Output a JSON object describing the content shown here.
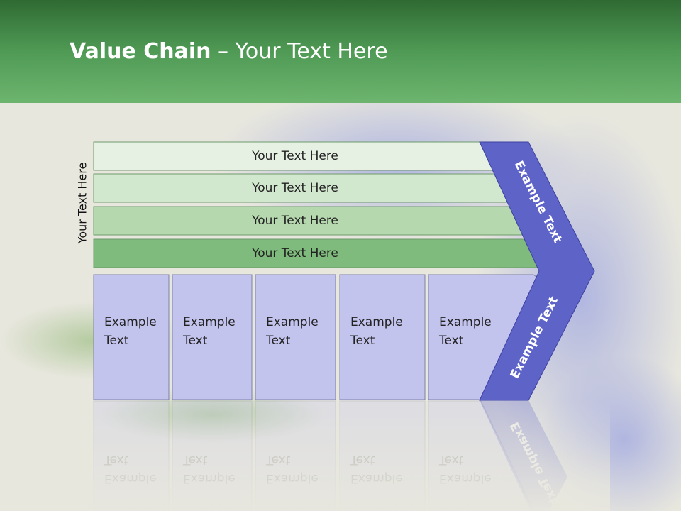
{
  "slide": {
    "title_bold": "Value Chain",
    "title_rest": " – Your Text Here",
    "side_label": "Your Text Here"
  },
  "support_rows": [
    {
      "label": "Your Text Here",
      "color": "#e6f1e4"
    },
    {
      "label": "Your Text Here",
      "color": "#d2e8ce"
    },
    {
      "label": "Your Text Here",
      "color": "#b5d8ae"
    },
    {
      "label": "Your Text Here",
      "color": "#7fbb7c"
    }
  ],
  "primary_boxes": [
    {
      "line1": "Example",
      "line2": "Text"
    },
    {
      "line1": "Example",
      "line2": "Text"
    },
    {
      "line1": "Example",
      "line2": "Text"
    },
    {
      "line1": "Example",
      "line2": "Text"
    },
    {
      "line1": "Example",
      "line2": "Text"
    }
  ],
  "chevron": {
    "top_label": "Example Text",
    "bottom_label": "Example Text",
    "color": "#5e63c8",
    "box_color": "#c3c4ee"
  }
}
